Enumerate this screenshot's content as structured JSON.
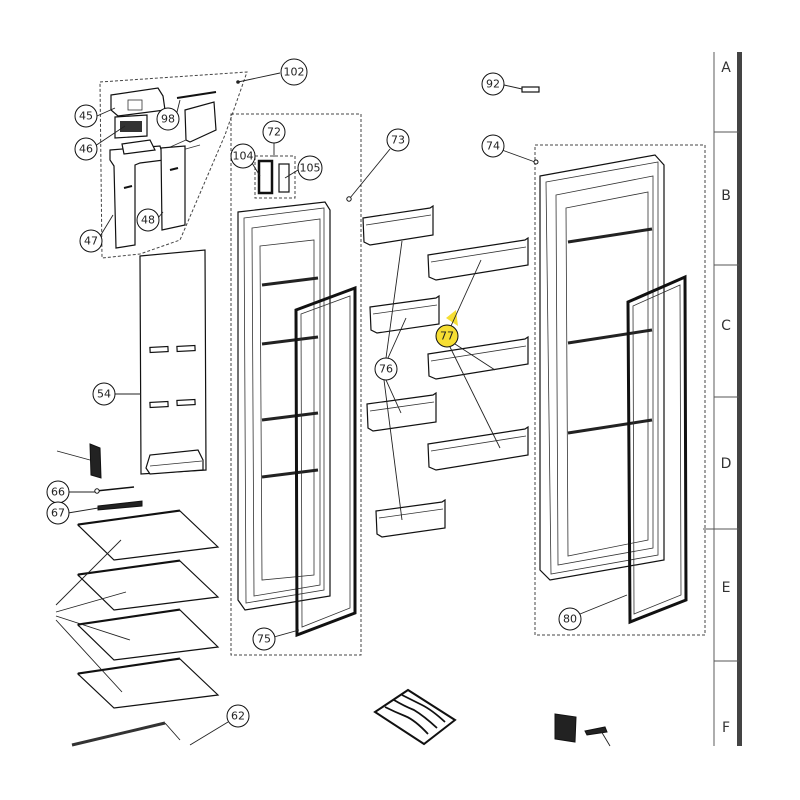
{
  "diagram": {
    "title": "Refrigerator door exploded parts view",
    "highlight_color": "#f5d80f",
    "callouts": [
      {
        "id": "c102",
        "label": "102"
      },
      {
        "id": "c45",
        "label": "45"
      },
      {
        "id": "c98",
        "label": "98"
      },
      {
        "id": "c46",
        "label": "46"
      },
      {
        "id": "c47",
        "label": "47"
      },
      {
        "id": "c48",
        "label": "48"
      },
      {
        "id": "c72",
        "label": "72"
      },
      {
        "id": "c104",
        "label": "104"
      },
      {
        "id": "c105",
        "label": "105"
      },
      {
        "id": "c73",
        "label": "73"
      },
      {
        "id": "c74",
        "label": "74"
      },
      {
        "id": "c92",
        "label": "92"
      },
      {
        "id": "c54",
        "label": "54"
      },
      {
        "id": "c66",
        "label": "66"
      },
      {
        "id": "c67",
        "label": "67"
      },
      {
        "id": "c76",
        "label": "76"
      },
      {
        "id": "c77",
        "label": "77",
        "highlighted": true
      },
      {
        "id": "c75",
        "label": "75"
      },
      {
        "id": "c80",
        "label": "80"
      },
      {
        "id": "c62",
        "label": "62"
      }
    ],
    "grid_zones": [
      "A",
      "B",
      "C",
      "D",
      "E",
      "F"
    ]
  }
}
